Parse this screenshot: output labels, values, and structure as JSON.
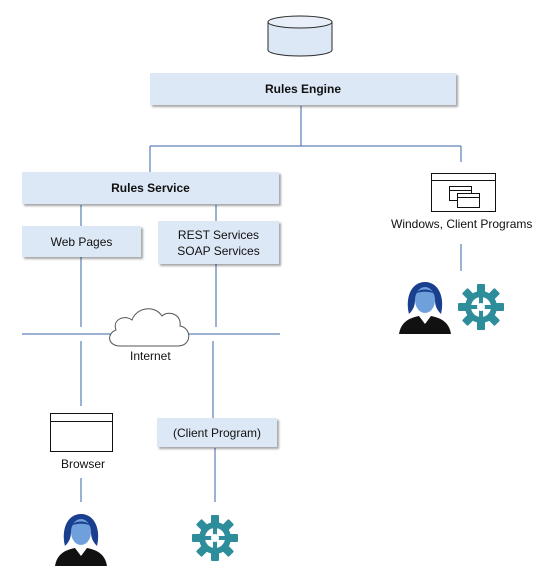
{
  "nodes": {
    "rules_engine": "Rules Engine",
    "rules_service": "Rules Service",
    "web_pages": "Web Pages",
    "rest_services": "REST Services",
    "soap_services": "SOAP Services",
    "client_program": "(Client Program)"
  },
  "labels": {
    "internet": "Internet",
    "browser": "Browser",
    "windows_client_programs": "Windows, Client Programs"
  },
  "icons": {
    "database": "database-cylinder-icon",
    "cloud": "cloud-icon",
    "browser_window": "browser-window-icon",
    "windows_app": "windows-app-icon",
    "user": "user-person-icon",
    "gear": "gear-icon"
  },
  "colors": {
    "box_fill": "#dde8f6",
    "line": "#3a66a8",
    "icon_blue": "#1a3f8f",
    "gear_teal": "#2e8d9a"
  }
}
